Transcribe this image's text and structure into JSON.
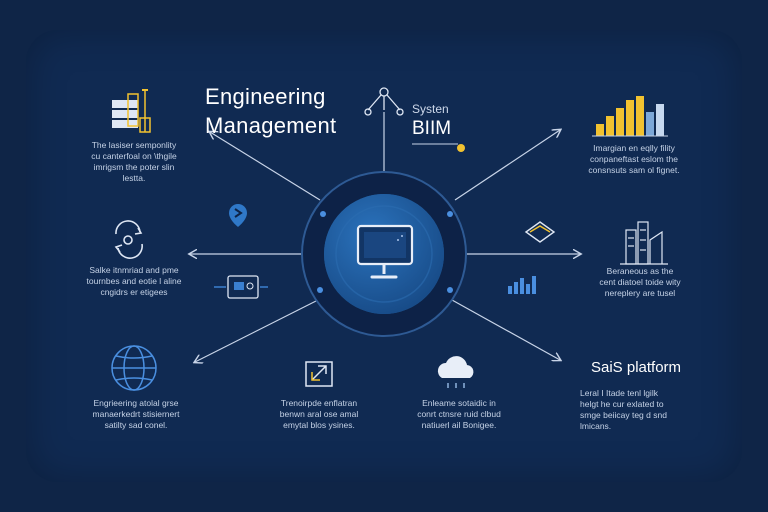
{
  "title_line1": "Engineering",
  "title_line2": "Management",
  "bim_small": "Systen",
  "bim_big": "BIIM",
  "saas_label": "SaiS platform",
  "blocks": {
    "top_left": "The lasiser semponlity\ncu canterfoal on \\thgile\nimrigsm the poter slin\nlestta.",
    "top_right": "Imargian en eqlly fility\nconpaneftast eslom the\nconsnsuts sam ol fignet.",
    "mid_left": "Salke itnmriad and pme\ntournbes and eotie l aline\ncngidrs er etigees",
    "mid_right": "Beraneous as the\ncent diatoel toide wity\nnereplery are tusel",
    "bottom_left": "Engrieering atolal grse\nmanaerkedrt stisiernert\nsatilty sad conel.",
    "bottom_center_left": "Trenoirpde enflatran\nbenwn aral ose amal\nemytal blos ysines.",
    "bottom_center_right": "Enleame sotaidic in\nconrt ctnsre ruid clbud\nnatiuerl ail Bonigee.",
    "bottom_right": "Leral I Itade tenl lgilk\nhelgt he cur exlated to\nsmge beiicay teg d snd\nlmicans."
  },
  "icon_names": [
    "document-stack-icon",
    "tree-network-icon",
    "city-bar-chart-icon",
    "cycle-arrows-icon",
    "location-pin-icon",
    "monitor-icon",
    "settings-hand-icon",
    "skyscrapers-icon",
    "dashboard-panel-icon",
    "bar-chart-icon",
    "globe-icon",
    "expand-arrows-icon",
    "cloud-icon"
  ],
  "colors": {
    "background": "#0f2547",
    "panel": "#102a52",
    "accent_yellow": "#f2c230",
    "accent_blue": "#3a7fd0",
    "line": "#c8d4e8"
  }
}
